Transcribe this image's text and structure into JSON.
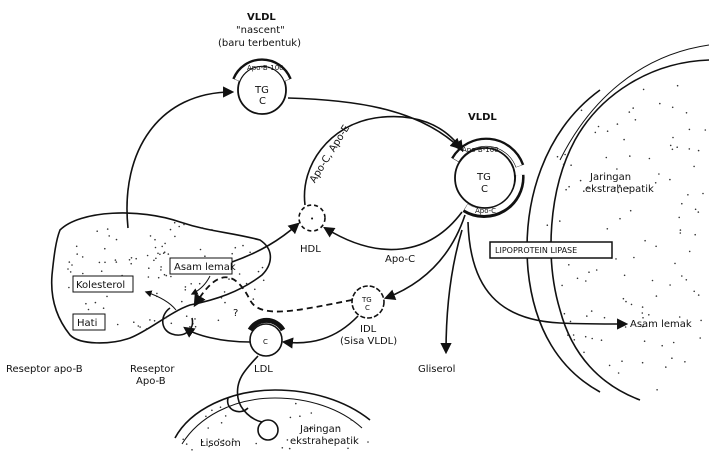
{
  "vldl_nascent": {
    "title": "VLDL",
    "subtitle": "\"nascent\"",
    "subtitle2": "(baru terbentuk)",
    "apo_band": "Apo-B-100",
    "core": "TG",
    "core2": "C"
  },
  "vldl": {
    "title": "VLDL",
    "apo_band": "Apo-B-100",
    "apo_c": "Apo-C",
    "core": "TG",
    "core2": "C"
  },
  "hdl": {
    "label": "HDL",
    "transfer": "Apo-C, Apo-E",
    "apo_c_return": "Apo-C"
  },
  "idl": {
    "label": "IDL",
    "sublabel": "(Sisa VLDL)",
    "core": "TG",
    "core2": "C"
  },
  "ldl": {
    "label": "LDL",
    "core": "C"
  },
  "liver": {
    "fatty_acid": "Asam lemak",
    "cholesterol": "Kolesterol",
    "bile": "Hati"
  },
  "question_mark": "?",
  "receptor_apob": "Reseptor apo-B",
  "receptor_apob2_line1": "Reseptor",
  "receptor_apob2_line2": "Apo-B",
  "lysosome": "Lisosom",
  "tissue_bottom_line1": "Jaringan",
  "tissue_bottom_line2": "ekstrahepatik",
  "tissue_right_line1": "Jaringan",
  "tissue_right_line2": "ekstrahepatik",
  "lipase": "LIPOPROTEIN LIPASE",
  "fatty_acid_out": "Asam lemak",
  "glycerol": "Gliserol"
}
